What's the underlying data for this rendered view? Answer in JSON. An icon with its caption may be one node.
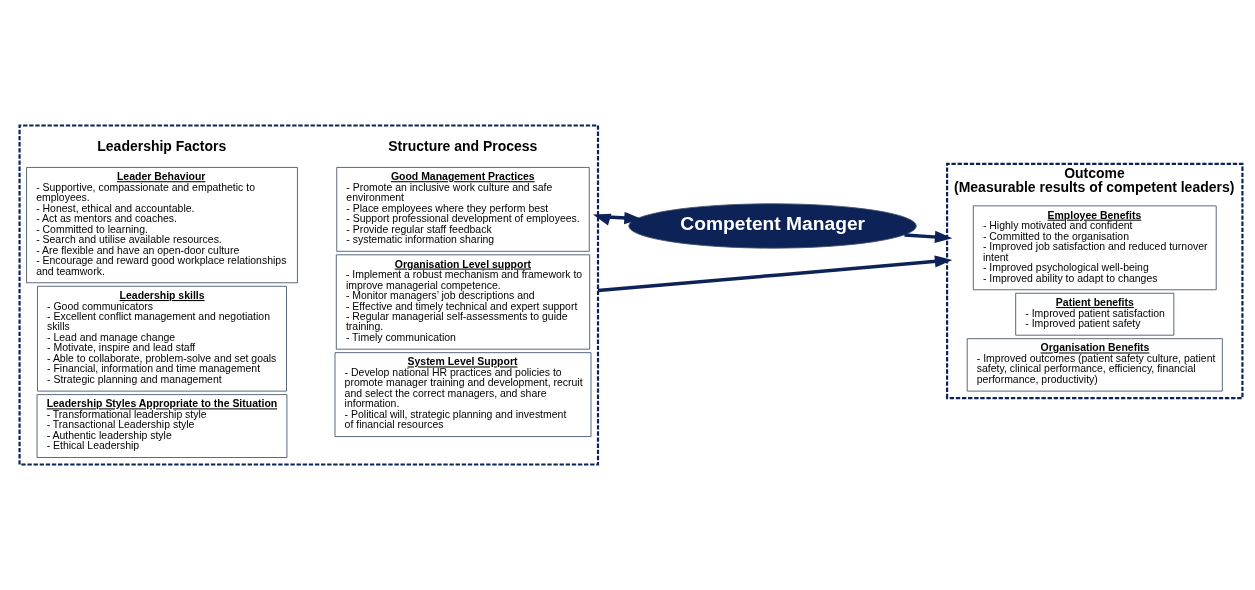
{
  "diagram": {
    "nodes": [
      {
        "text": [],
        "shape": "box"
      },
      {
        "text": [
          "Leader Behaviour",
          "- Supportive, compassionate and empathetic to employees.",
          "- Honest, ethical and accountable.",
          "- Act as mentors and coaches.",
          "- Committed to learning.",
          "- Search and utilise available resources.",
          "- Are flexible and have an open-door culture",
          "- Encourage and reward good workplace relationships and teamwork."
        ],
        "in": 0
      },
      {
        "text": [
          "Leadership skills",
          "- Good communicators",
          "- Excellent conflict management and negotiation skills",
          "- Lead and manage change",
          "- Motivate, inspire and lead staff",
          "- Able to collaborate, problem-solve and set goals",
          "- Financial, information and time management",
          "- Strategic planning and management"
        ],
        "in": 0
      },
      {
        "text": [
          "Leadership Styles Appropriate to the Situation",
          "- Transformational leadership style",
          "- Transactional Leadership style",
          "- Authentic leadership style",
          "- Ethical Leadership"
        ],
        "in": 0
      },
      {
        "text": [
          "Good Management Practices",
          "- Promote an inclusive work culture and safe environment",
          "- Place employees where they perform best",
          "- Support professional development of employees.",
          "- Provide regular staff feedback",
          "- systematic information sharing"
        ],
        "in": 0
      },
      {
        "text": [
          "Organisation Level support",
          "- Implement a robust mechanism and framework to improve managerial competence.",
          "- Monitor managers’ job descriptions and",
          "- Effective and timely technical and expert support",
          "- Regular managerial self-assessments to guide training.",
          "- Timely communication"
        ],
        "in": 0
      },
      {
        "text": [
          "System Level Support",
          "- Develop national HR practices and policies to promote manager training and development, recruit and select the correct managers, and share information.",
          "- Political will, strategic planning and investment of financial resources"
        ],
        "in": 0
      },
      {
        "text": [
          "Competent Manager"
        ]
      },
      {
        "text": [
          "Outcome",
          "(Measurable results of competent leaders)"
        ]
      },
      {
        "text": [
          "Employee Benefits",
          "- Highly motivated and confident",
          "- Committed to the organisation",
          "- Improved job satisfaction and reduced turnover intent",
          "- Improved psychological well-being",
          "- Improved ability to adapt to changes"
        ],
        "in": 8
      },
      {
        "text": [
          "Patient benefits",
          "- Improved patient satisfaction",
          "- Improved patient safety"
        ],
        "in": 8
      },
      {
        "text": [
          "Organisation Benefits",
          "- Improved outcomes (patient safety culture, patient safety, clinical performance, efficiency, financial performance, productivity)"
        ],
        "in": 8
      }
    ],
    "edges": [
      {
        "from": 0,
        "to": 7,
        "arrow": "both"
      },
      {
        "from": 7,
        "to": 8,
        "arrow": "to"
      },
      {
        "from": 0,
        "to": 8,
        "arrow": "to"
      }
    ],
    "labels": [
      "Leadership Factors",
      "Structure and Process"
    ]
  }
}
